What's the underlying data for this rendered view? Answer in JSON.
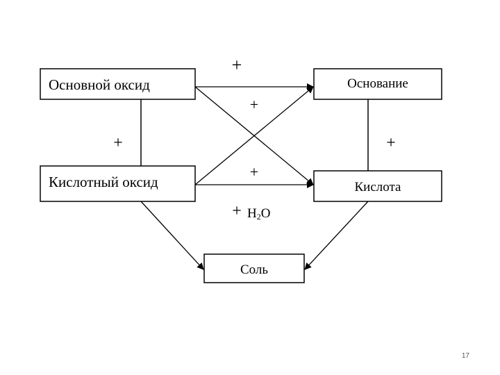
{
  "boxes": {
    "basic_oxide": "Основной оксид",
    "base": "Основание",
    "acid_oxide": "Кислотный оксид",
    "acid": "Кислота",
    "salt": "Соль"
  },
  "plus_signs": {
    "top": "+",
    "upper_cross": "+",
    "left": "+",
    "right": "+",
    "lower_cross": "+",
    "water": "+"
  },
  "water": {
    "h": "H",
    "sub": "2",
    "o": "O"
  },
  "slide_number": "17"
}
